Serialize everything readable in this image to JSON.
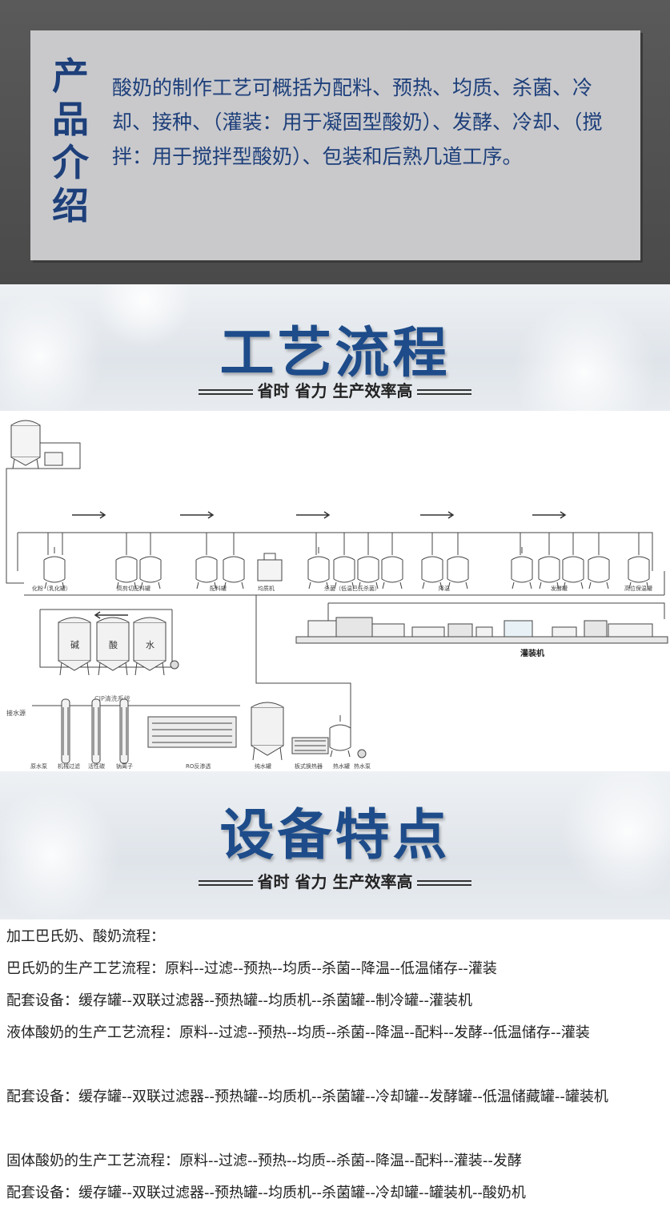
{
  "intro": {
    "title": "产品介绍",
    "text": "酸奶的制作工艺可概括为配料、预热、均质、杀菌、冷却、接种、（灌装：用于凝固型酸奶）、发酵、冷却、（搅拌：用于搅拌型酸奶）、包装和后熟几道工序。"
  },
  "process_section": {
    "title": "工艺流程",
    "subtitle": "省时 省力 生产效率高"
  },
  "diagram": {
    "labels": {
      "dissolve": "化粉（乳化罐）",
      "shear": "高剪切配料罐",
      "mix": "配料罐",
      "homogenizer": "均质机",
      "sterilize": "杀菌（低温巴氏杀菌）",
      "cool": "降温",
      "ferment": "发酵罐",
      "storage": "高位保温罐",
      "filling": "灌装机",
      "alkali": "碱",
      "acid": "酸",
      "water": "水",
      "cip": "CIP清洗系统",
      "water_source": "接水源",
      "raw_pump": "原水泵",
      "mech_filter": "机械过滤",
      "carbon": "活性碳",
      "sodium": "钠离子",
      "ro": "RO反渗透",
      "pure_tank": "纯水罐",
      "plate_exchanger": "板式换热器",
      "hot_tank": "热水罐",
      "hot_pump": "热水泵"
    }
  },
  "features_section": {
    "title": "设备特点",
    "subtitle": "省时 省力 生产效率高"
  },
  "features": {
    "lines": [
      "加工巴氏奶、酸奶流程：",
      "巴氏奶的生产工艺流程：原料--过滤--预热--均质--杀菌--降温--低温储存--灌装",
      "配套设备：缓存罐--双联过滤器--预热罐--均质机--杀菌罐--制冷罐--灌装机",
      "液体酸奶的生产工艺流程：原料--过滤--预热--均质--杀菌--降温--配料--发酵--低温储存--灌装",
      "配套设备：缓存罐--双联过滤器--预热罐--均质机--杀菌罐--冷却罐--发酵罐--低温储藏罐--罐装机",
      "固体酸奶的生产工艺流程：原料--过滤--预热--均质--杀菌--降温--配料--灌装--发酵",
      "配套设备：缓存罐--双联过滤器--预热罐--均质机--杀菌罐--冷却罐--罐装机--酸奶机"
    ]
  }
}
